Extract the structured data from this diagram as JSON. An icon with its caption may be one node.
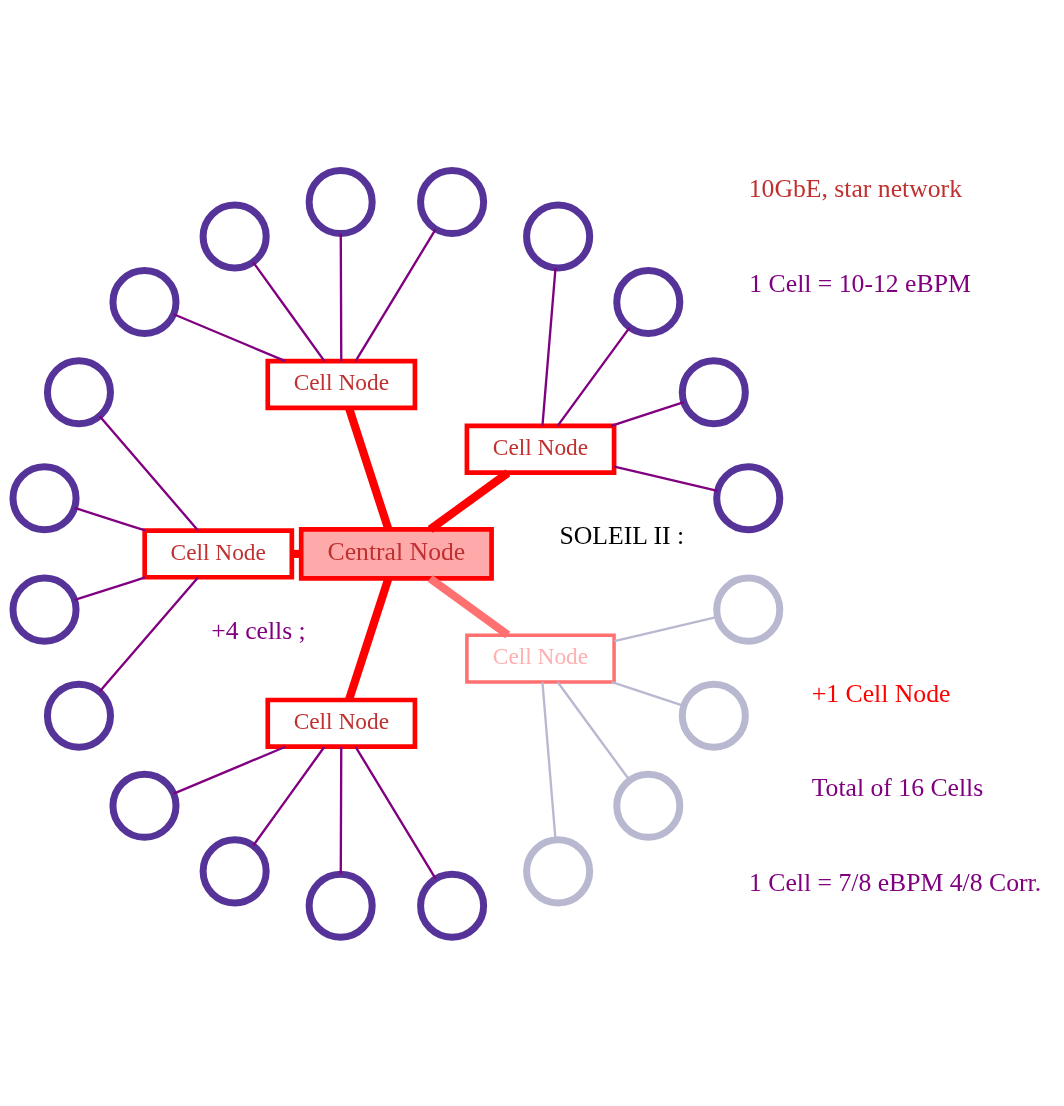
{
  "diagram": {
    "nodes": [
      {
        "text": [
          "Cell Node"
        ]
      },
      {
        "text": [
          "Cell Node"
        ]
      },
      {
        "text": [
          "Central Node"
        ]
      },
      {
        "text": [
          "Cell Node"
        ]
      },
      {
        "text": [
          "Cell Node"
        ]
      },
      {
        "text": [
          "Cell Node"
        ]
      },
      {
        "text": [],
        "shape": "circle"
      },
      {
        "text": [],
        "shape": "circle"
      },
      {
        "text": [],
        "shape": "circle"
      },
      {
        "text": [],
        "shape": "circle"
      },
      {
        "text": [],
        "shape": "circle"
      },
      {
        "text": [],
        "shape": "circle"
      },
      {
        "text": [],
        "shape": "circle"
      },
      {
        "text": [],
        "shape": "circle"
      },
      {
        "text": [],
        "shape": "circle"
      },
      {
        "text": [],
        "shape": "circle"
      },
      {
        "text": [],
        "shape": "circle"
      },
      {
        "text": [],
        "shape": "circle"
      },
      {
        "text": [],
        "shape": "circle"
      },
      {
        "text": [],
        "shape": "circle"
      },
      {
        "text": [],
        "shape": "circle"
      },
      {
        "text": [],
        "shape": "circle"
      },
      {
        "text": [],
        "shape": "circle"
      },
      {
        "text": [],
        "shape": "circle"
      },
      {
        "text": [],
        "shape": "circle"
      },
      {
        "text": [],
        "shape": "circle"
      }
    ],
    "edges": [
      {
        "from": 2,
        "to": 0,
        "arrow": "none",
        "style": "thick",
        "color": "#ff0000"
      },
      {
        "from": 2,
        "to": 1,
        "arrow": "none",
        "style": "thick",
        "color": "#ff0000"
      },
      {
        "from": 2,
        "to": 3,
        "arrow": "none",
        "style": "thick",
        "color": "#ff0000"
      },
      {
        "from": 2,
        "to": 4,
        "arrow": "none",
        "style": "thick",
        "color": "#ff0000"
      },
      {
        "from": 2,
        "to": 5,
        "arrow": "none",
        "style": "thick",
        "color": "#ff7070"
      },
      {
        "from": 0,
        "to": 6,
        "arrow": "none"
      },
      {
        "from": 0,
        "to": 7,
        "arrow": "none"
      },
      {
        "from": 0,
        "to": 8,
        "arrow": "none"
      },
      {
        "from": 0,
        "to": 9,
        "arrow": "none"
      },
      {
        "from": 1,
        "to": 10,
        "arrow": "none"
      },
      {
        "from": 1,
        "to": 11,
        "arrow": "none"
      },
      {
        "from": 1,
        "to": 12,
        "arrow": "none"
      },
      {
        "from": 1,
        "to": 13,
        "arrow": "none"
      },
      {
        "from": 3,
        "to": 14,
        "arrow": "none"
      },
      {
        "from": 3,
        "to": 15,
        "arrow": "none"
      },
      {
        "from": 3,
        "to": 16,
        "arrow": "none"
      },
      {
        "from": 3,
        "to": 17,
        "arrow": "none"
      },
      {
        "from": 4,
        "to": 18,
        "arrow": "none"
      },
      {
        "from": 4,
        "to": 19,
        "arrow": "none"
      },
      {
        "from": 4,
        "to": 20,
        "arrow": "none"
      },
      {
        "from": 4,
        "to": 21,
        "arrow": "none"
      },
      {
        "from": 5,
        "to": 22,
        "arrow": "none",
        "color": "#b8b8d0"
      },
      {
        "from": 5,
        "to": 23,
        "arrow": "none",
        "color": "#b8b8d0"
      },
      {
        "from": 5,
        "to": 24,
        "arrow": "none",
        "color": "#b8b8d0"
      },
      {
        "from": 5,
        "to": 25,
        "arrow": "none",
        "color": "#b8b8d0"
      }
    ],
    "labels": [
      "Total of 16 Cells",
      "1 Cell = 7/8 eBPM 4/8 Corr.",
      "10GbE, star network",
      "SOLEIL II :",
      "+4 cells ;",
      "+1 Cell Node",
      "1 Cell = 10-12 eBPM"
    ]
  }
}
